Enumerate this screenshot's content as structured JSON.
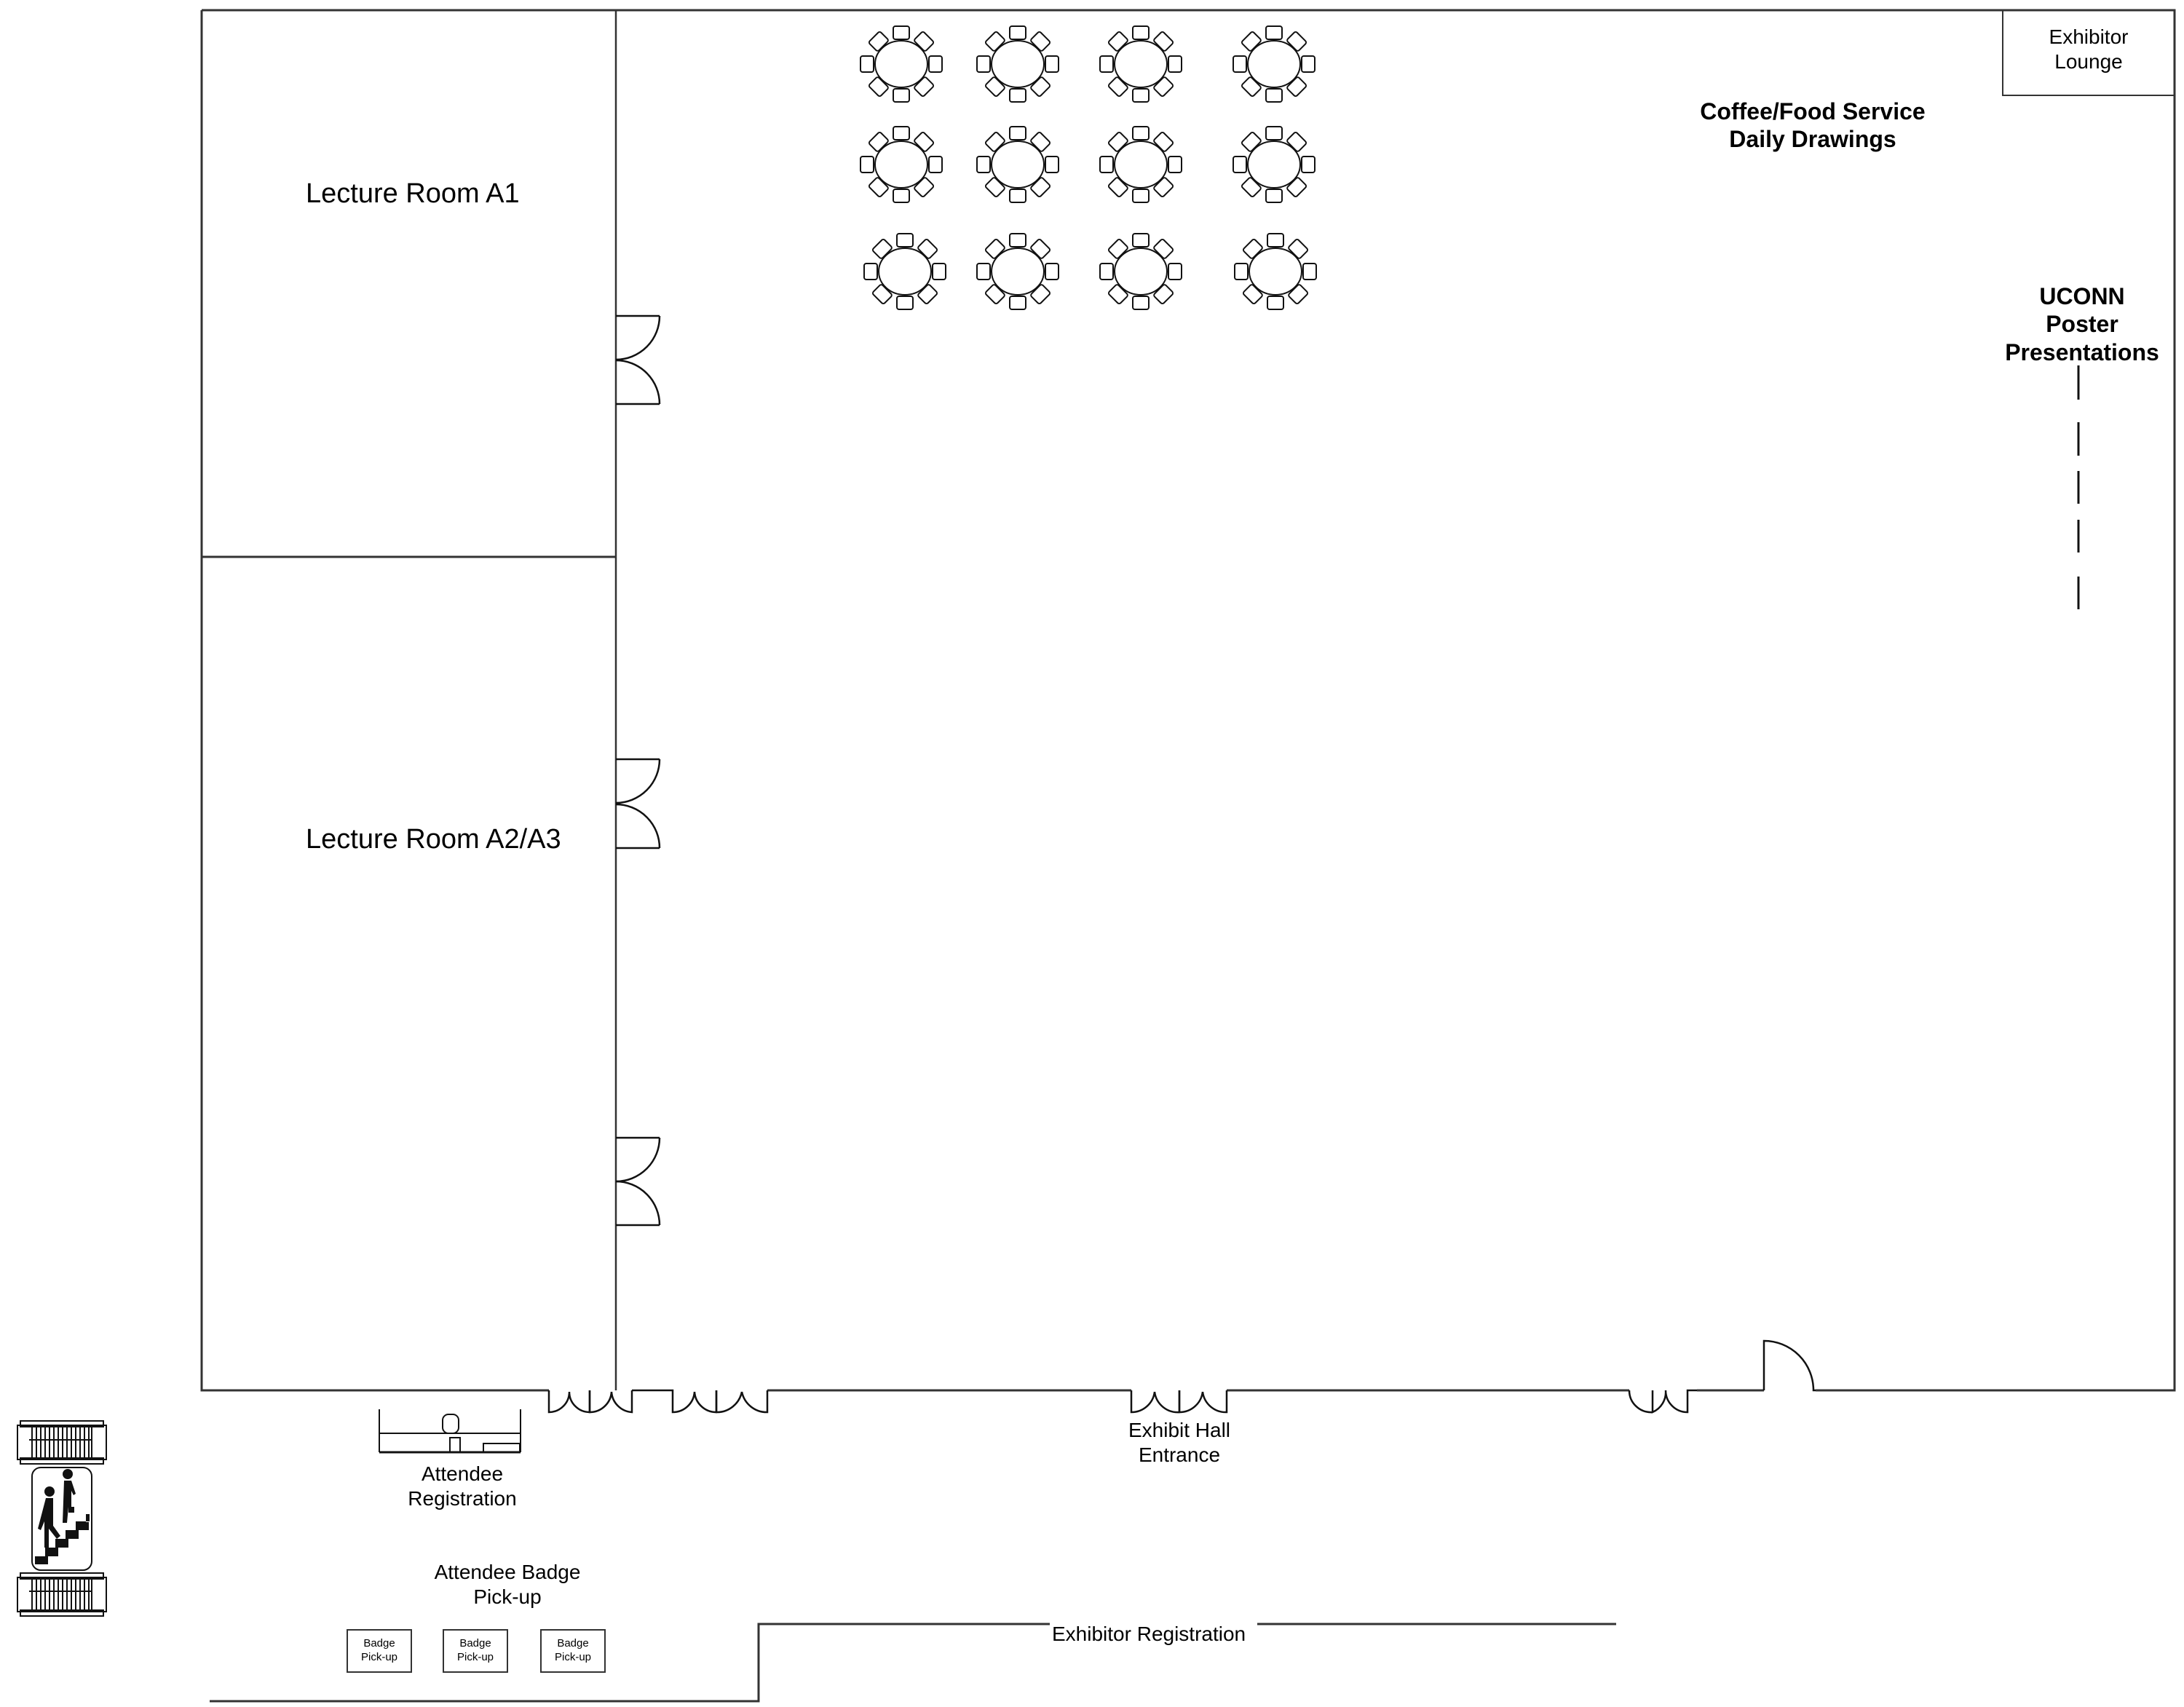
{
  "floorplan": {
    "rooms": {
      "lecture_a1": "Lecture Room A1",
      "lecture_a2a3": "Lecture Room A2/A3",
      "exhibitor_lounge_line1": "Exhibitor",
      "exhibitor_lounge_line2": "Lounge"
    },
    "areas": {
      "coffee_line1": "Coffee/Food Service",
      "coffee_line2": "Daily Drawings",
      "poster_line1": "UCONN",
      "poster_line2": "Poster",
      "poster_line3": "Presentations",
      "entrance_line1": "Exhibit Hall",
      "entrance_line2": "Entrance",
      "attendee_reg_line1": "Attendee",
      "attendee_reg_line2": "Registration",
      "badge_area_line1": "Attendee Badge",
      "badge_area_line2": "Pick-up",
      "exhibitor_registration": "Exhibitor Registration"
    },
    "badge_booths": [
      {
        "line1": "Badge",
        "line2": "Pick-up"
      },
      {
        "line1": "Badge",
        "line2": "Pick-up"
      },
      {
        "line1": "Badge",
        "line2": "Pick-up"
      }
    ],
    "tables": {
      "rows": 3,
      "cols": 4,
      "seats_per_table": 8
    },
    "icons": [
      "escalator-icon",
      "stairs-icon",
      "escalator-icon",
      "round-table-icon",
      "double-door-icon",
      "registration-desk-icon"
    ],
    "colors": {
      "line": "#333333",
      "background": "#ffffff",
      "text": "#000000"
    }
  }
}
